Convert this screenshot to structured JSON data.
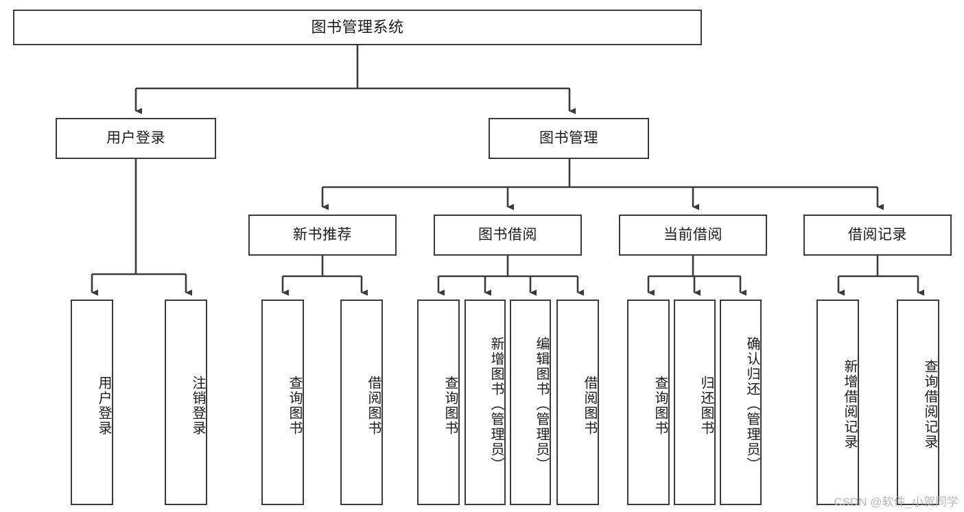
{
  "diagram": {
    "title": "图书管理系统",
    "watermark": "CSDN @软件_小贺同学",
    "stroke_color": "#3a3a3a",
    "background_color": "#ffffff",
    "text_color": "#1b1b1b",
    "root": {
      "label": "图书管理系统"
    },
    "level2": [
      {
        "label": "用户登录"
      },
      {
        "label": "图书管理"
      }
    ],
    "level3": [
      {
        "label": "新书推荐"
      },
      {
        "label": "图书借阅"
      },
      {
        "label": "当前借阅"
      },
      {
        "label": "借阅记录"
      }
    ],
    "leaves": {
      "user_login": [
        {
          "label": "用户登录"
        },
        {
          "label": "注销登录"
        }
      ],
      "new_book_recommend": [
        {
          "label": "查询图书"
        },
        {
          "label": "借阅图书"
        }
      ],
      "book_borrow": [
        {
          "label": "查询图书"
        },
        {
          "label": "新增图书（管理员）"
        },
        {
          "label": "编辑图书（管理员）"
        },
        {
          "label": "借阅图书"
        }
      ],
      "current_borrow": [
        {
          "label": "查询图书"
        },
        {
          "label": "归还图书"
        },
        {
          "label": "确认归还（管理员）"
        }
      ],
      "borrow_record": [
        {
          "label": "新增借阅记录"
        },
        {
          "label": "查询借阅记录"
        }
      ]
    }
  }
}
